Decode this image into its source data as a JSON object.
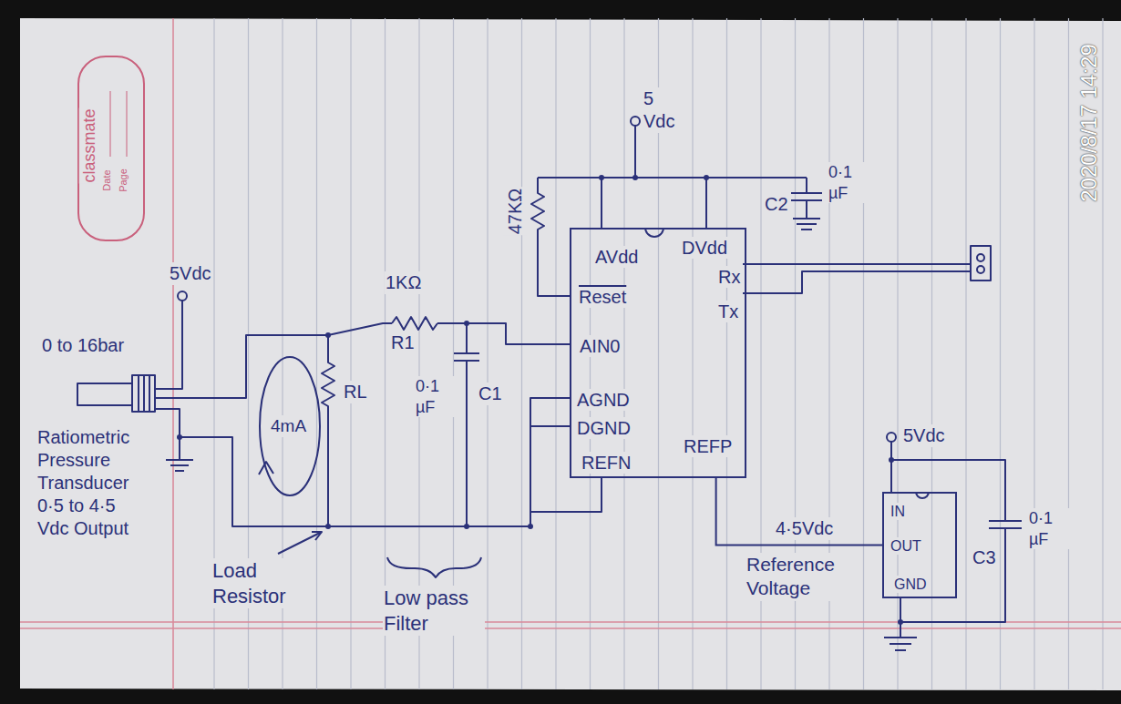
{
  "diagram": {
    "nodes": [
      {
        "text": [
          "AVdd",
          "DVdd",
          "Reset",
          "Rx",
          "Tx",
          "AIN0",
          "AGND",
          "DGND",
          "REFN",
          "REFP"
        ]
      },
      {
        "text": [
          "IN",
          "OUT",
          "GND"
        ]
      }
    ],
    "edges": [
      {
        "from": 1,
        "to": 0,
        "arrow": "none"
      }
    ],
    "labels": [
      "classmate",
      "Date",
      "Page",
      "2020/8/17 14:29",
      "5 Vdc",
      "47KΩ",
      "0·1 µF",
      "C2",
      "5Vdc",
      "0 to 16bar",
      "1KΩ",
      "R1",
      "0·1 µF",
      "C1",
      "RL",
      "4mA",
      "Ratiometric Pressure Transducer 0·5 to 4·5 Vdc Output",
      "5Vdc",
      "0·1 µF",
      "C3",
      "4·5Vdc",
      "Reference Voltage",
      "Load Resistor",
      "Low pass Filter"
    ]
  }
}
